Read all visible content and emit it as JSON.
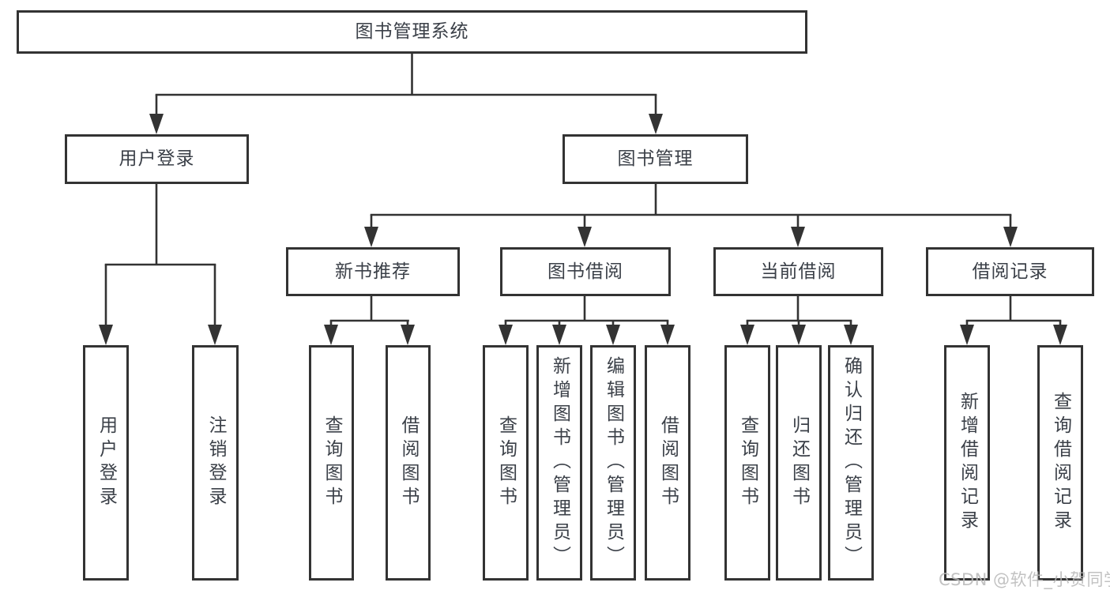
{
  "tree": {
    "label": "图书管理系统",
    "children": [
      {
        "label": "用户登录",
        "children": [
          {
            "label": "用户登录"
          },
          {
            "label": "注销登录"
          }
        ]
      },
      {
        "label": "图书管理",
        "children": [
          {
            "label": "新书推荐",
            "children": [
              {
                "label": "查询图书"
              },
              {
                "label": "借阅图书"
              }
            ]
          },
          {
            "label": "图书借阅",
            "children": [
              {
                "label": "查询图书"
              },
              {
                "label": "新增图书（管理员）"
              },
              {
                "label": "编辑图书（管理员）"
              },
              {
                "label": "借阅图书"
              }
            ]
          },
          {
            "label": "当前借阅",
            "children": [
              {
                "label": "查询图书"
              },
              {
                "label": "归还图书"
              },
              {
                "label": "确认归还（管理员）"
              }
            ]
          },
          {
            "label": "借阅记录",
            "children": [
              {
                "label": "新增借阅记录"
              },
              {
                "label": "查询借阅记录"
              }
            ]
          }
        ]
      }
    ]
  },
  "watermark": "CSDN @软件_小贺同学",
  "colors": {
    "line": "#333333",
    "box_border": "#333333",
    "text": "#3b4048",
    "watermark": "#b8b8b8",
    "background": "#ffffff"
  }
}
